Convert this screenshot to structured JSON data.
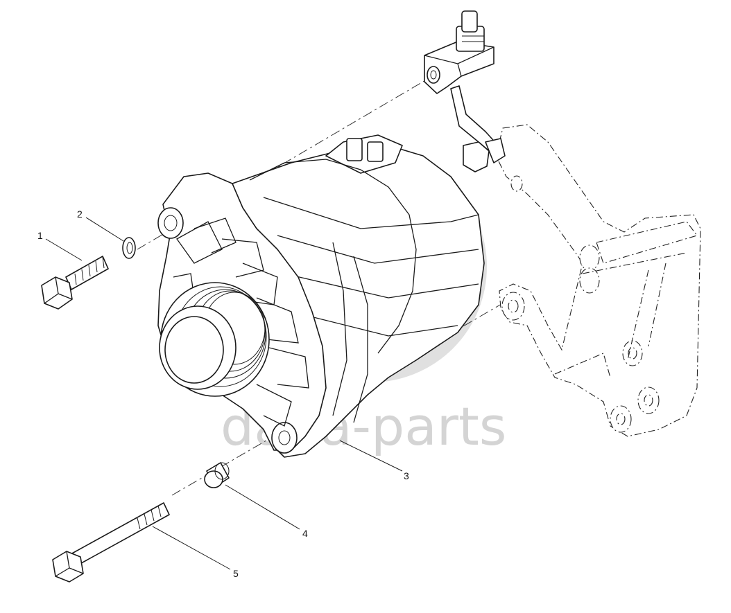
{
  "watermark": {
    "text": "dana-parts",
    "color": "#d4d4d4"
  },
  "callouts": [
    {
      "id": "1",
      "label": "1",
      "part": "hex-bolt-short"
    },
    {
      "id": "2",
      "label": "2",
      "part": "washer"
    },
    {
      "id": "3",
      "label": "3",
      "part": "alternator"
    },
    {
      "id": "4",
      "label": "4",
      "part": "spacer-sleeve"
    },
    {
      "id": "5",
      "label": "5",
      "part": "hex-bolt-long"
    }
  ]
}
